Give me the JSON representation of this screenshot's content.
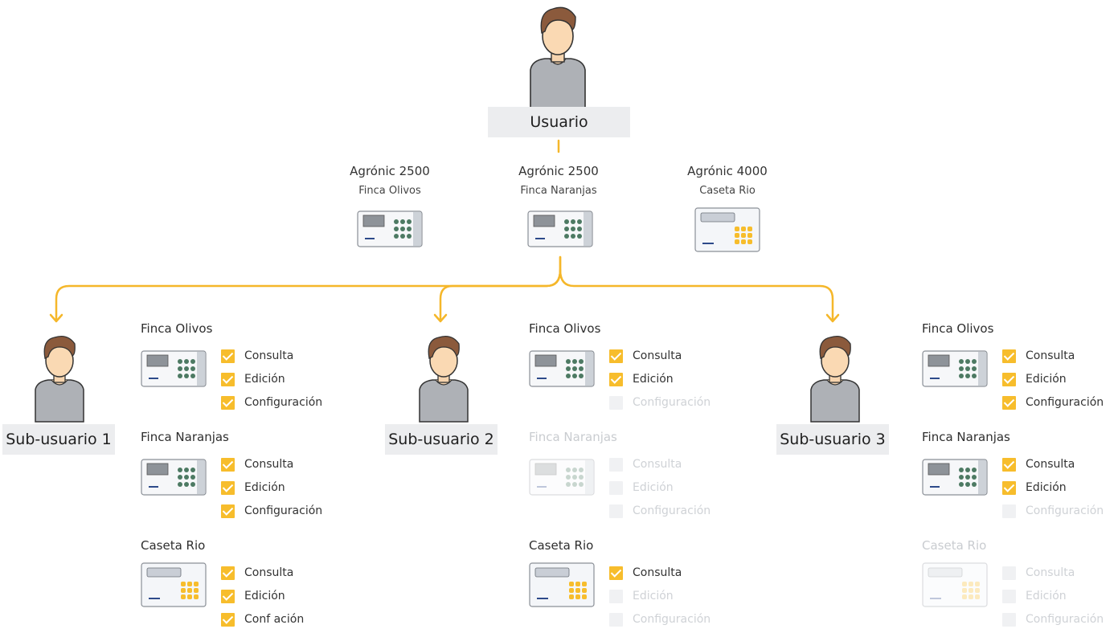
{
  "colors": {
    "connector": "#f5b72a",
    "check_on": "#f7bd2c",
    "check_off": "#f0f1f3",
    "name_box": "#ecedef",
    "dim_text": "#cfd2d6"
  },
  "main_user": {
    "label": "Usuario"
  },
  "devices": [
    {
      "model": "Agrónic 2500",
      "site": "Finca Olivos",
      "type": "green-keypad"
    },
    {
      "model": "Agrónic 2500",
      "site": "Finca Naranjas",
      "type": "green-keypad"
    },
    {
      "model": "Agrónic 4000",
      "site": "Caseta Rio",
      "type": "yellow-keypad"
    }
  ],
  "subusers": [
    {
      "label": "Sub-usuario 1",
      "farms": [
        {
          "name": "Finca Olivos",
          "enabled": true,
          "perms": [
            {
              "label": "Consulta",
              "checked": true
            },
            {
              "label": "Edición",
              "checked": true
            },
            {
              "label": "Configuración",
              "checked": true
            }
          ]
        },
        {
          "name": "Finca Naranjas",
          "enabled": true,
          "perms": [
            {
              "label": "Consulta",
              "checked": true
            },
            {
              "label": "Edición",
              "checked": true
            },
            {
              "label": "Configuración",
              "checked": true
            }
          ]
        },
        {
          "name": "Caseta Rio",
          "enabled": true,
          "perms": [
            {
              "label": "Consulta",
              "checked": true
            },
            {
              "label": "Edición",
              "checked": true
            },
            {
              "label": "Conf    ación",
              "checked": true
            }
          ]
        }
      ]
    },
    {
      "label": "Sub-usuario 2",
      "farms": [
        {
          "name": "Finca Olivos",
          "enabled": true,
          "perms": [
            {
              "label": "Consulta",
              "checked": true
            },
            {
              "label": "Edición",
              "checked": true
            },
            {
              "label": "Configuración",
              "checked": false
            }
          ]
        },
        {
          "name": "Finca Naranjas",
          "enabled": false,
          "perms": [
            {
              "label": "Consulta",
              "checked": false
            },
            {
              "label": "Edición",
              "checked": false
            },
            {
              "label": "Configuración",
              "checked": false
            }
          ]
        },
        {
          "name": "Caseta Rio",
          "enabled": true,
          "perms": [
            {
              "label": "Consulta",
              "checked": true
            },
            {
              "label": "Edición",
              "checked": false
            },
            {
              "label": "Configuración",
              "checked": false
            }
          ]
        }
      ]
    },
    {
      "label": "Sub-usuario 3",
      "farms": [
        {
          "name": "Finca Olivos",
          "enabled": true,
          "perms": [
            {
              "label": "Consulta",
              "checked": true
            },
            {
              "label": "Edición",
              "checked": true
            },
            {
              "label": "Configuración",
              "checked": true
            }
          ]
        },
        {
          "name": "Finca Naranjas",
          "enabled": true,
          "perms": [
            {
              "label": "Consulta",
              "checked": true
            },
            {
              "label": "Edición",
              "checked": true
            },
            {
              "label": "Configuración",
              "checked": false
            }
          ]
        },
        {
          "name": "Caseta Rio",
          "enabled": false,
          "perms": [
            {
              "label": "Consulta",
              "checked": false
            },
            {
              "label": "Edición",
              "checked": false
            },
            {
              "label": "Configuración",
              "checked": false
            }
          ]
        }
      ]
    }
  ]
}
